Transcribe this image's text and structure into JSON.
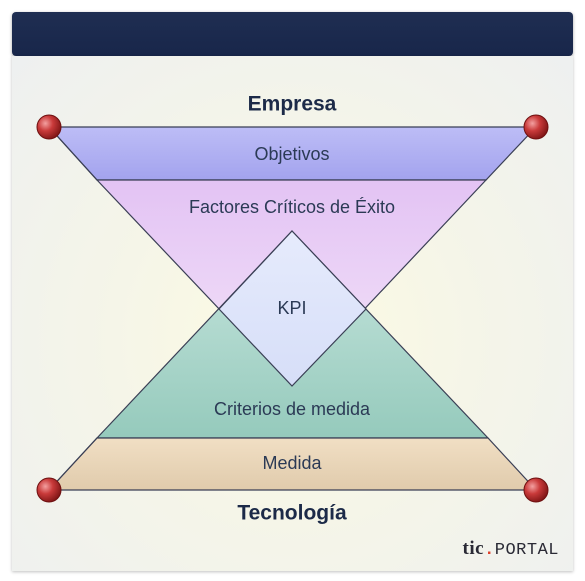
{
  "diagram": {
    "top_label": "Empresa",
    "bottom_label": "Tecnología",
    "layers": {
      "objectives": "Objetivos",
      "success_factors": "Factores Críticos de Éxito",
      "kpi": "KPI",
      "measure_criteria": "Criterios de medida",
      "measure": "Medida"
    }
  },
  "brand": {
    "tic": "tic",
    "dot": ".",
    "portal": "PORTAL"
  },
  "colors": {
    "header": "#1f2e52",
    "objectives_fill": "#aeaef2",
    "success_factors_fill": "#ead2f7",
    "kpi_fill": "#dfe6fb",
    "measure_criteria_fill": "#a8d4c9",
    "measure_fill": "#ead6b9",
    "node_red": "#b22b2b"
  }
}
